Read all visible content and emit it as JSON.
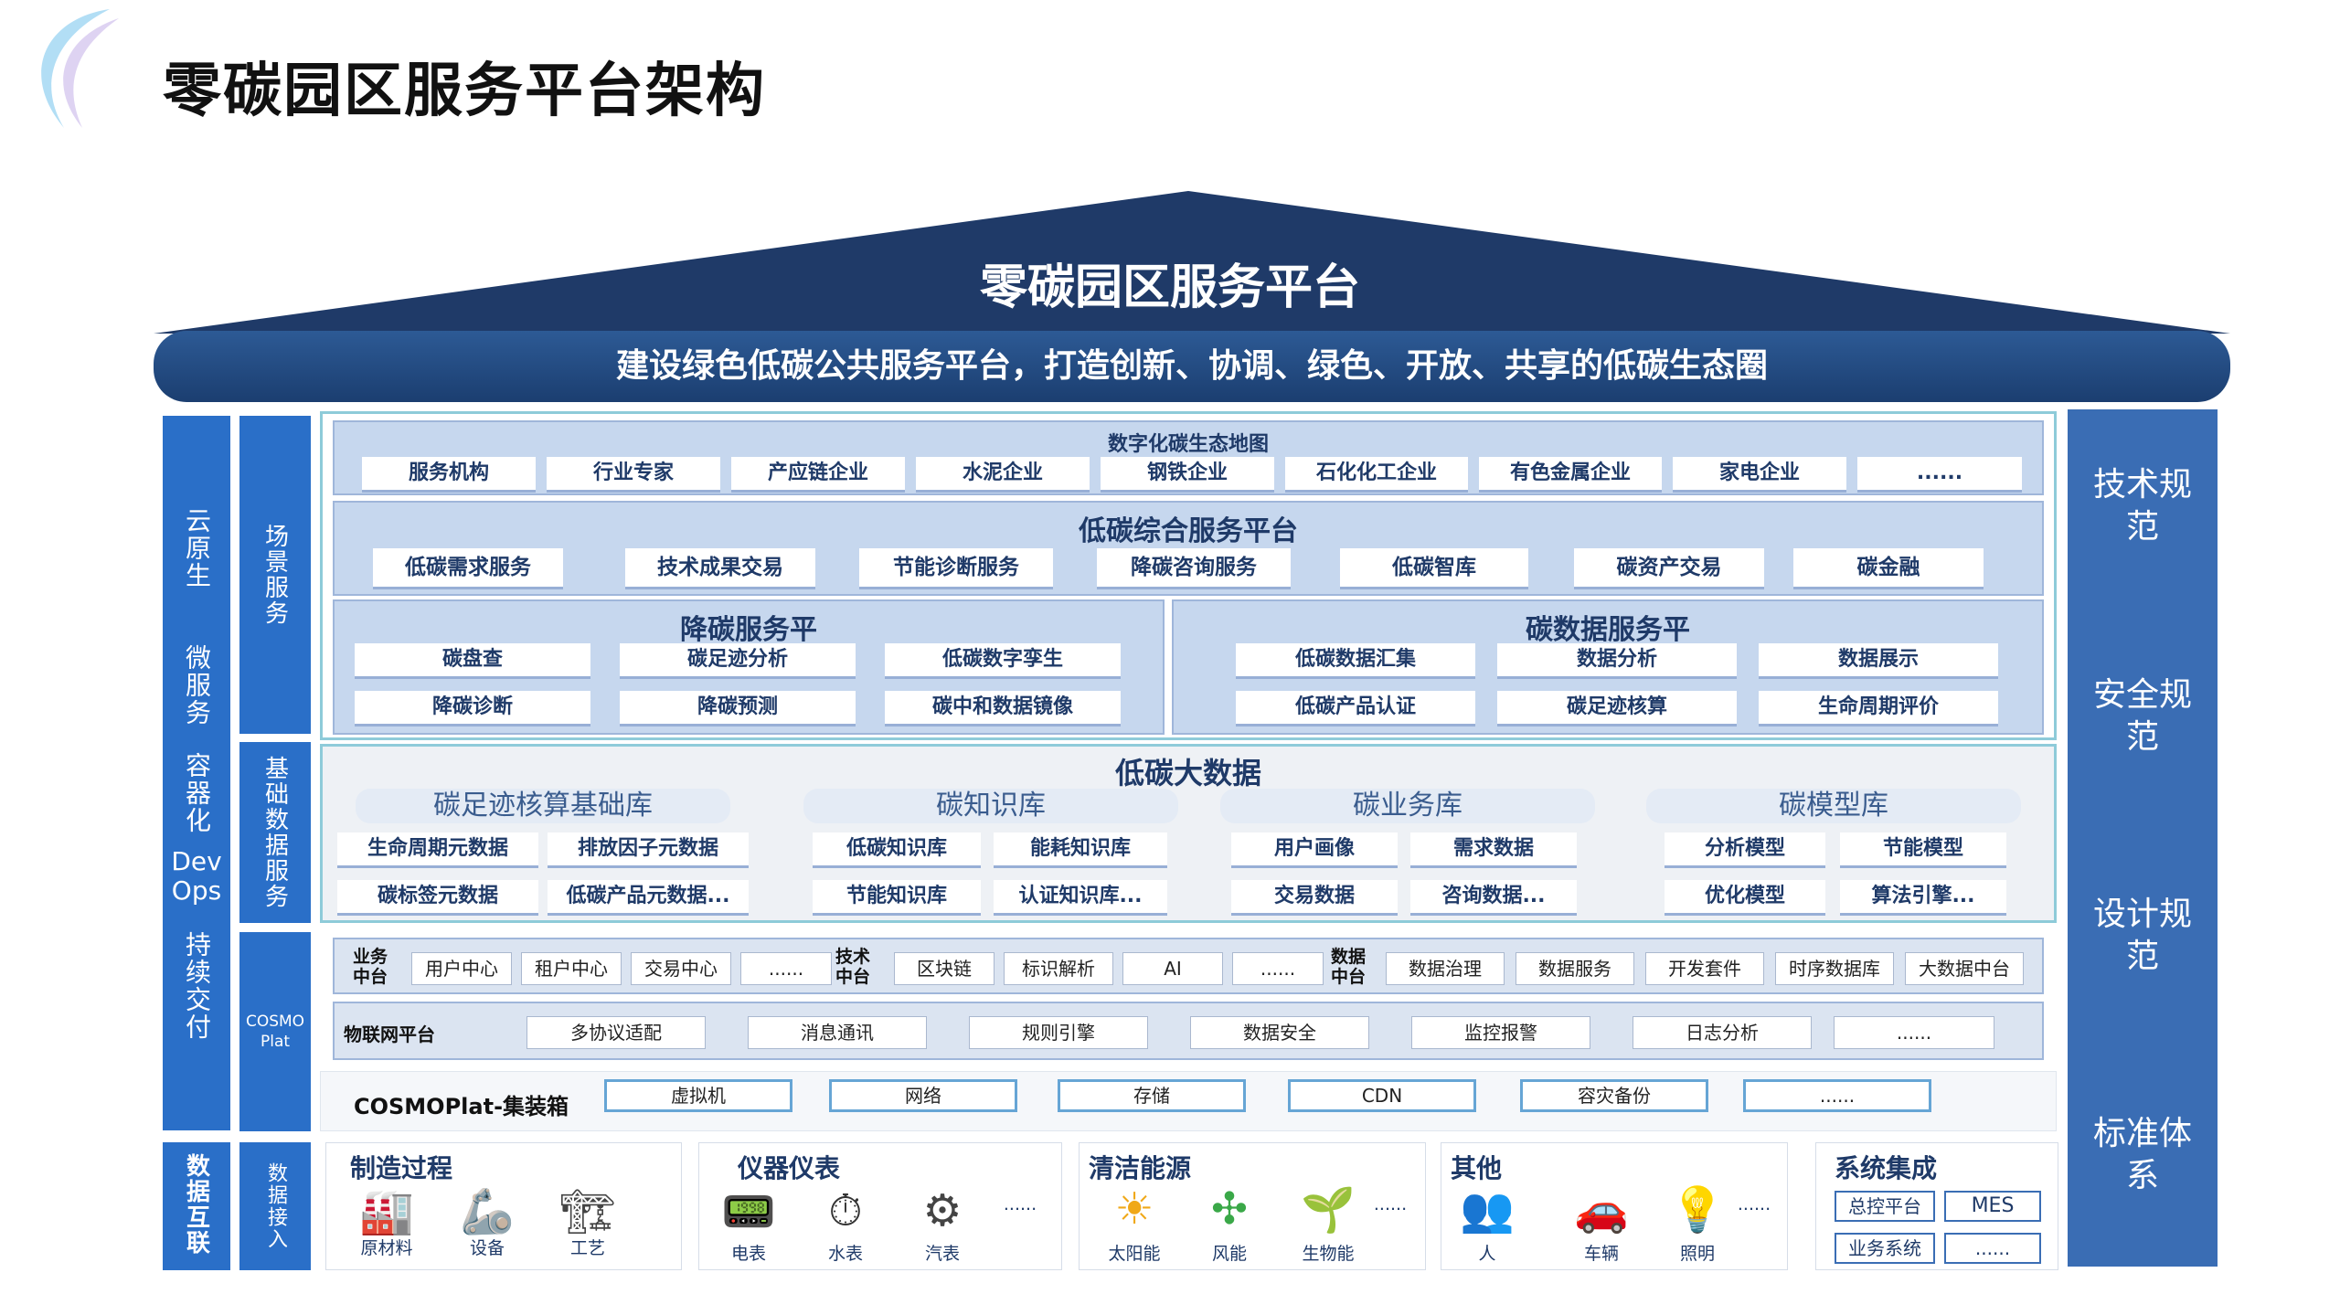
{
  "title": "零碳园区服务平台架构",
  "roof_title": "零碳园区服务平台",
  "banner": "建设绿色低碳公共服务平台，打造创新、协调、绿色、开放、共享的低碳生态圈",
  "left_col1": {
    "top": "云原生",
    "mid": "微服务",
    "low": "容器化",
    "devops": "Dev Ops",
    "bottom": "持续交付"
  },
  "left_col2": {
    "scene": "场景服务",
    "base": "基础数据服务",
    "cosmo": "COSMO Plat",
    "access": "数据接入"
  },
  "left_bottom": "数据互联",
  "right_col": [
    "技术规范",
    "安全规范",
    "设计规范",
    "标准体系"
  ],
  "eco_map": {
    "title": "数字化碳生态地图",
    "items": [
      "服务机构",
      "行业专家",
      "产应链企业",
      "水泥企业",
      "钢铁企业",
      "石化化工企业",
      "有色金属企业",
      "家电企业",
      "......"
    ]
  },
  "composite": {
    "title": "低碳综合服务平台",
    "items": [
      "低碳需求服务",
      "技术成果交易",
      "节能诊断服务",
      "降碳咨询服务",
      "低碳智库",
      "碳资产交易",
      "碳金融"
    ]
  },
  "reduce": {
    "title": "降碳服务平",
    "items": [
      "碳盘查",
      "碳足迹分析",
      "低碳数字孪生",
      "降碳诊断",
      "降碳预测",
      "碳中和数据镜像"
    ]
  },
  "carbon_data": {
    "title": "碳数据服务平",
    "items": [
      "低碳数据汇集",
      "数据分析",
      "数据展示",
      "低碳产品认证",
      "碳足迹核算",
      "生命周期评价"
    ]
  },
  "bigdata": {
    "title": "低碳大数据",
    "libs": [
      {
        "name": "碳足迹核算基础库",
        "items": [
          "生命周期元数据",
          "排放因子元数据",
          "碳标签元数据",
          "低碳产品元数据..."
        ]
      },
      {
        "name": "碳知识库",
        "items": [
          "低碳知识库",
          "能耗知识库",
          "节能知识库",
          "认证知识库..."
        ]
      },
      {
        "name": "碳业务库",
        "items": [
          "用户画像",
          "需求数据",
          "交易数据",
          "咨询数据..."
        ]
      },
      {
        "name": "碳模型库",
        "items": [
          "分析模型",
          "节能模型",
          "优化模型",
          "算法引擎..."
        ]
      }
    ]
  },
  "middle": {
    "business_label": "业务中台",
    "business": [
      "用户中心",
      "租户中心",
      "交易中心",
      "......"
    ],
    "tech_label": "技术中台",
    "tech": [
      "区块链",
      "标识解析",
      "AI",
      "......"
    ],
    "data_label": "数据中台",
    "data": [
      "数据治理",
      "数据服务",
      "开发套件",
      "时序数据库",
      "大数据中台"
    ]
  },
  "iot": {
    "label": "物联网平台",
    "items": [
      "多协议适配",
      "消息通讯",
      "规则引擎",
      "数据安全",
      "监控报警",
      "日志分析",
      "......"
    ]
  },
  "container": {
    "label": "COSMOPlat-集装箱",
    "items": [
      "虚拟机",
      "网络",
      "存储",
      "CDN",
      "容灾备份",
      "......"
    ]
  },
  "bottom": {
    "manufacturing": {
      "title": "制造过程",
      "items": [
        "原材料",
        "设备",
        "工艺"
      ]
    },
    "meters": {
      "title": "仪器仪表",
      "items": [
        "电表",
        "水表",
        "汽表"
      ],
      "more": "......"
    },
    "energy": {
      "title": "清洁能源",
      "items": [
        "太阳能",
        "风能",
        "生物能"
      ],
      "more": "......"
    },
    "others": {
      "title": "其他",
      "items": [
        "人",
        "车辆",
        "照明"
      ],
      "more": "......"
    },
    "integration": {
      "title": "系统集成",
      "items": [
        "总控平台",
        "MES",
        "业务系统",
        "......"
      ]
    }
  },
  "icons": [
    "factory-icon",
    "robot-arm-icon",
    "plant-icon",
    "meter-icon",
    "water-meter-icon",
    "valve-icon",
    "sun-icon",
    "fan-icon",
    "leaf-icon",
    "people-icon",
    "car-icon",
    "bulb-icon"
  ]
}
